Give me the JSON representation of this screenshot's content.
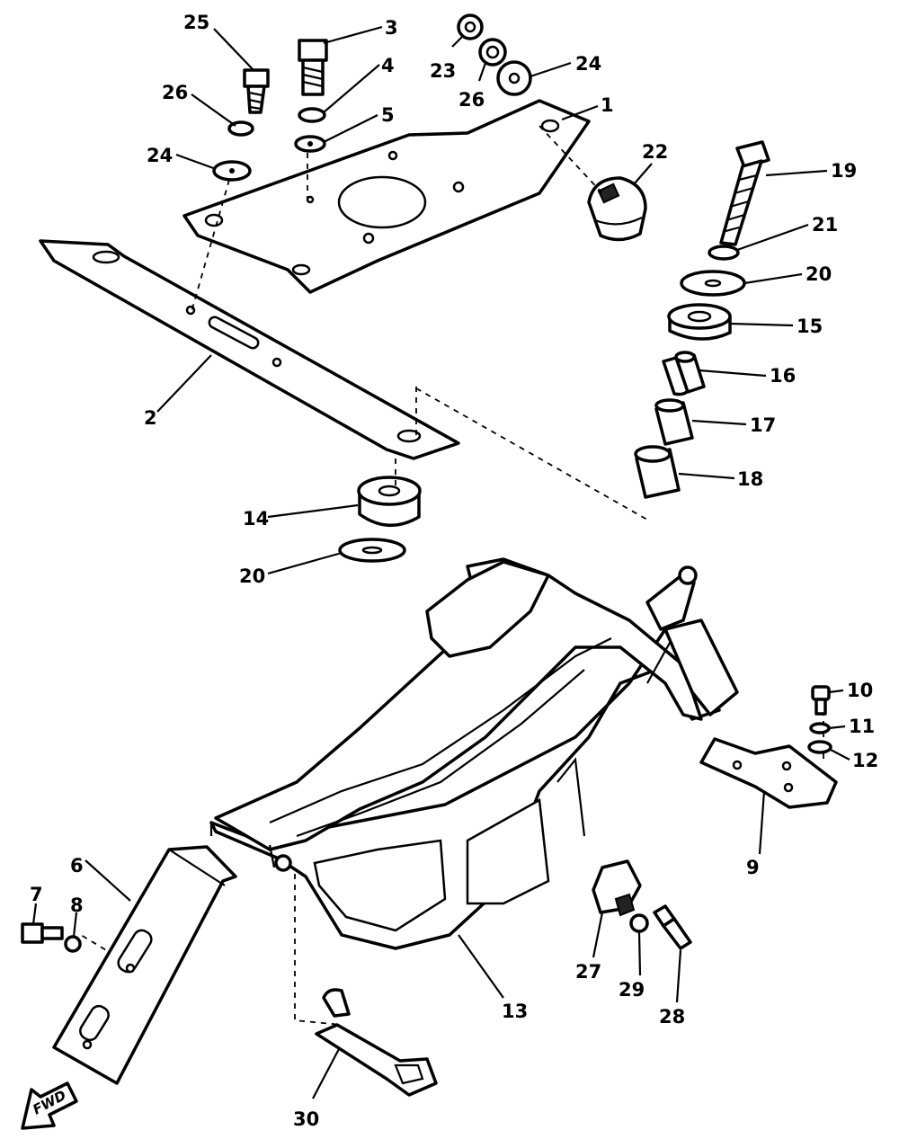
{
  "callouts": {
    "c1": "1",
    "c2": "2",
    "c3": "3",
    "c4": "4",
    "c5": "5",
    "c6": "6",
    "c7": "7",
    "c8": "8",
    "c9": "9",
    "c10": "10",
    "c11": "11",
    "c12": "12",
    "c13": "13",
    "c14": "14",
    "c15": "15",
    "c16": "16",
    "c17": "17",
    "c18": "18",
    "c19": "19",
    "c20a": "20",
    "c20b": "20",
    "c21": "21",
    "c22": "22",
    "c23": "23",
    "c24a": "24",
    "c24b": "24",
    "c25": "25",
    "c26a": "26",
    "c26b": "26",
    "c27": "27",
    "c28": "28",
    "c29": "29",
    "c30": "30"
  },
  "direction_marker": "FWD",
  "colors": {
    "ink": "#000000",
    "paper": "#ffffff"
  }
}
